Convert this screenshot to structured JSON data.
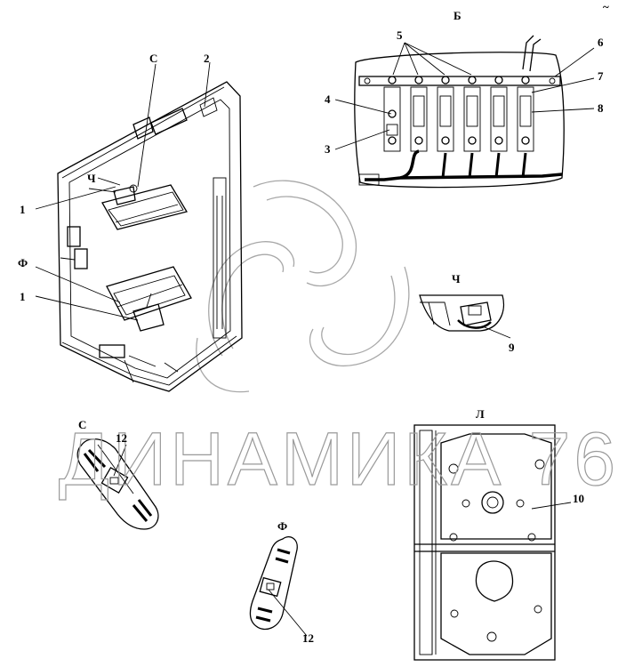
{
  "callouts": {
    "c1a": "1",
    "c1b": "1",
    "c2": "2",
    "c3": "3",
    "c4": "4",
    "c5": "5",
    "c6": "6",
    "c7": "7",
    "c8": "8",
    "c9": "9",
    "c10": "10",
    "c12a": "12",
    "c12b": "12"
  },
  "views": {
    "b": "Б",
    "c_top": "С",
    "ch_top": "Ч",
    "f_top": "Ф",
    "ch_detail": "Ч",
    "l": "Л",
    "c_detail": "С",
    "f_detail": "Ф"
  },
  "watermark": "ДИНАМИКА 76",
  "corner_mark": "~"
}
